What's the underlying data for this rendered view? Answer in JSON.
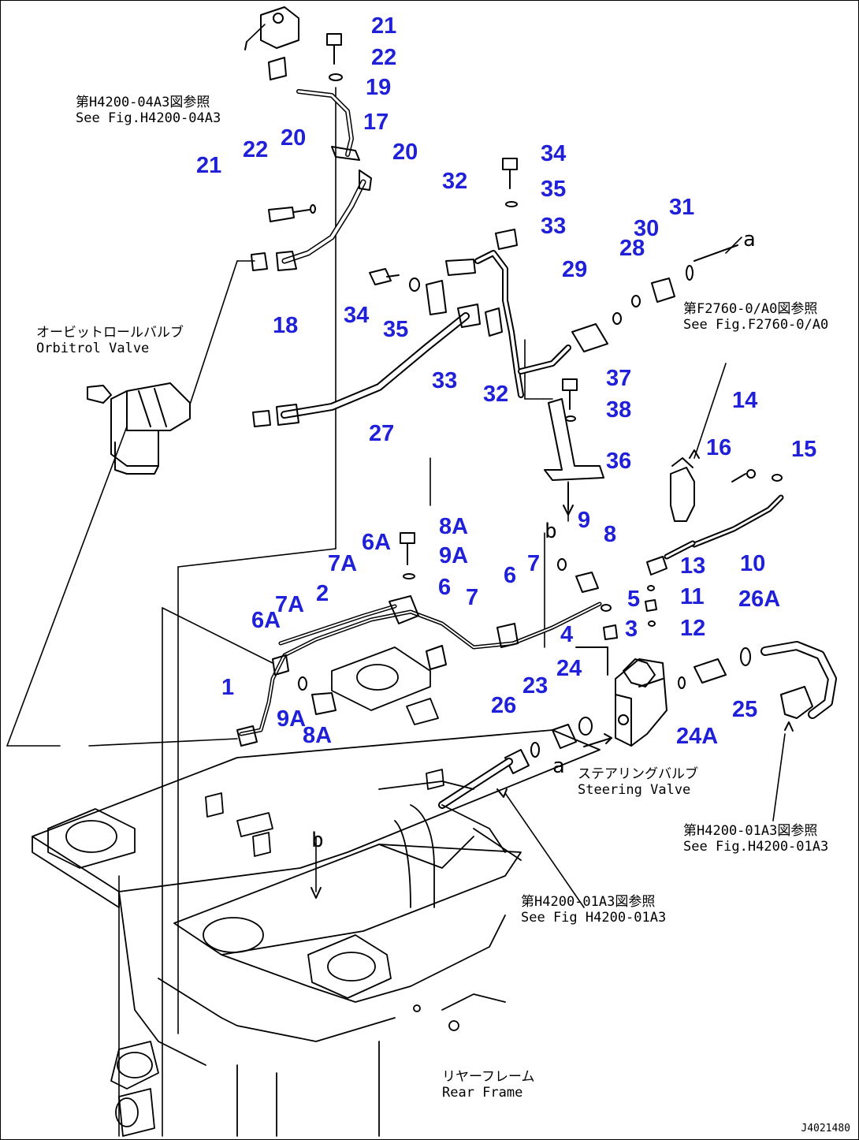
{
  "colors": {
    "part_number": "#2020d8",
    "line": "#000000"
  },
  "notes": {
    "ref_04a3_jp": "第H4200-04A3図参照",
    "ref_04a3_en": "See Fig.H4200-04A3",
    "orbitrol_jp": "オービットロールバルブ",
    "orbitrol_en": "Orbitrol Valve",
    "ref_f2760_jp": "第F2760-0/A0図参照",
    "ref_f2760_en": "See Fig.F2760-0/A0",
    "steering_jp": "ステアリングバルブ",
    "steering_en": "Steering Valve",
    "ref_01a3_right_jp": "第H4200-01A3図参照",
    "ref_01a3_right_en": "See Fig.H4200-01A3",
    "ref_01a3_mid_jp": "第H4200-01A3図参照",
    "ref_01a3_mid_en": "See Fig H4200-01A3",
    "rear_frame_jp": "リヤーフレーム",
    "rear_frame_en": "Rear Frame"
  },
  "ref_letters": {
    "a_top": "a",
    "a_bottom": "a",
    "b_top": "b",
    "b_bottom": "b"
  },
  "drawing_number": "J4021480",
  "part_numbers": [
    "21",
    "22",
    "19",
    "17",
    "20",
    "22",
    "20",
    "21",
    "18",
    "34",
    "35",
    "32",
    "33",
    "34",
    "35",
    "33",
    "32",
    "27",
    "29",
    "28",
    "30",
    "31",
    "37",
    "38",
    "36",
    "14",
    "16",
    "15",
    "10",
    "8A",
    "6A",
    "9A",
    "7A",
    "2",
    "6A",
    "7A",
    "6",
    "7",
    "6",
    "7",
    "9",
    "8",
    "5",
    "3",
    "4",
    "13",
    "11",
    "12",
    "26A",
    "1",
    "9A",
    "8A",
    "23",
    "24",
    "26",
    "24A",
    "25"
  ]
}
